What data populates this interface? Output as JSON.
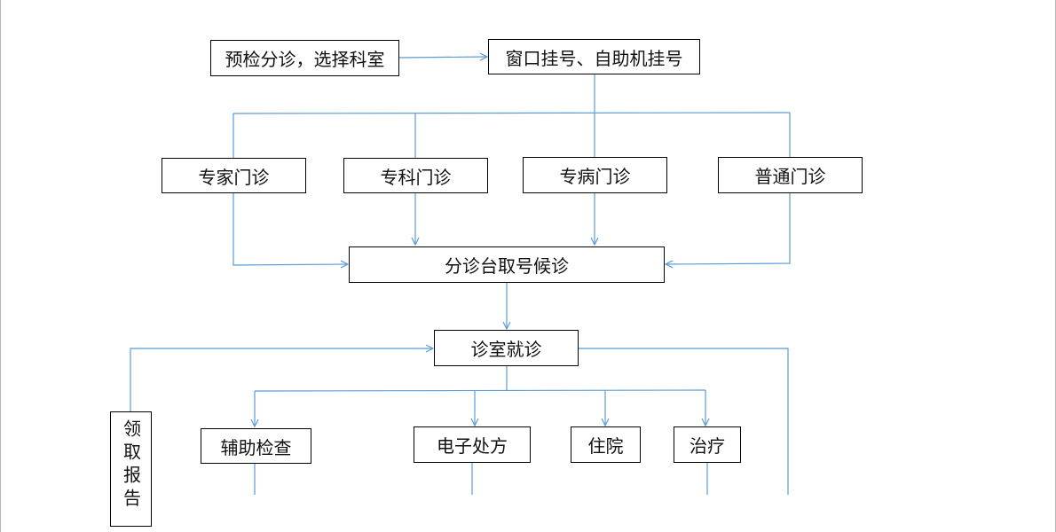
{
  "colors": {
    "connector": "#5b9bd5",
    "box_border": "#000000"
  },
  "nodes": {
    "triage": "预检分诊，选择科室",
    "register": "窗口挂号、自助机挂号",
    "expert": "专家门诊",
    "specialty": "专科门诊",
    "disease": "专病门诊",
    "general": "普通门诊",
    "queue": "分诊台取号候诊",
    "consult": "诊室就诊",
    "auxiliary": "辅助检查",
    "eprescription": "电子处方",
    "hospitalize": "住院",
    "treatment": "治疗",
    "report": "领取报告"
  }
}
